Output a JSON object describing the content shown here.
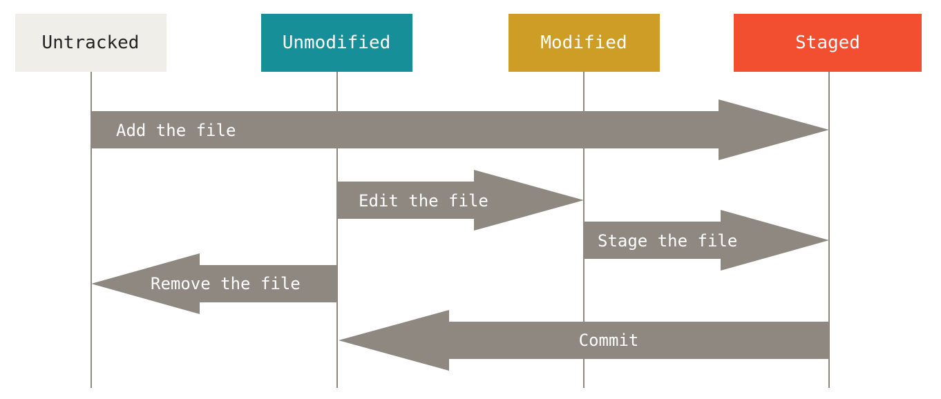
{
  "states": [
    {
      "id": "untracked",
      "label": "Untracked",
      "color": "#efeee9",
      "text_color": "#222222"
    },
    {
      "id": "unmodified",
      "label": "Unmodified",
      "color": "#178f99",
      "text_color": "#ffffff"
    },
    {
      "id": "modified",
      "label": "Modified",
      "color": "#cd9d25",
      "text_color": "#ffffff"
    },
    {
      "id": "staged",
      "label": "Staged",
      "color": "#f24f30",
      "text_color": "#ffffff"
    }
  ],
  "transitions": [
    {
      "id": "add",
      "label": "Add the file",
      "from": "untracked",
      "to": "staged"
    },
    {
      "id": "edit",
      "label": "Edit the file",
      "from": "unmodified",
      "to": "modified"
    },
    {
      "id": "stage",
      "label": "Stage the file",
      "from": "modified",
      "to": "staged"
    },
    {
      "id": "remove",
      "label": "Remove the file",
      "from": "unmodified",
      "to": "untracked"
    },
    {
      "id": "commit",
      "label": "Commit",
      "from": "staged",
      "to": "unmodified"
    }
  ],
  "colors": {
    "arrow": "#8f8881",
    "lifeline": "#8f8881",
    "background": "#ffffff"
  }
}
